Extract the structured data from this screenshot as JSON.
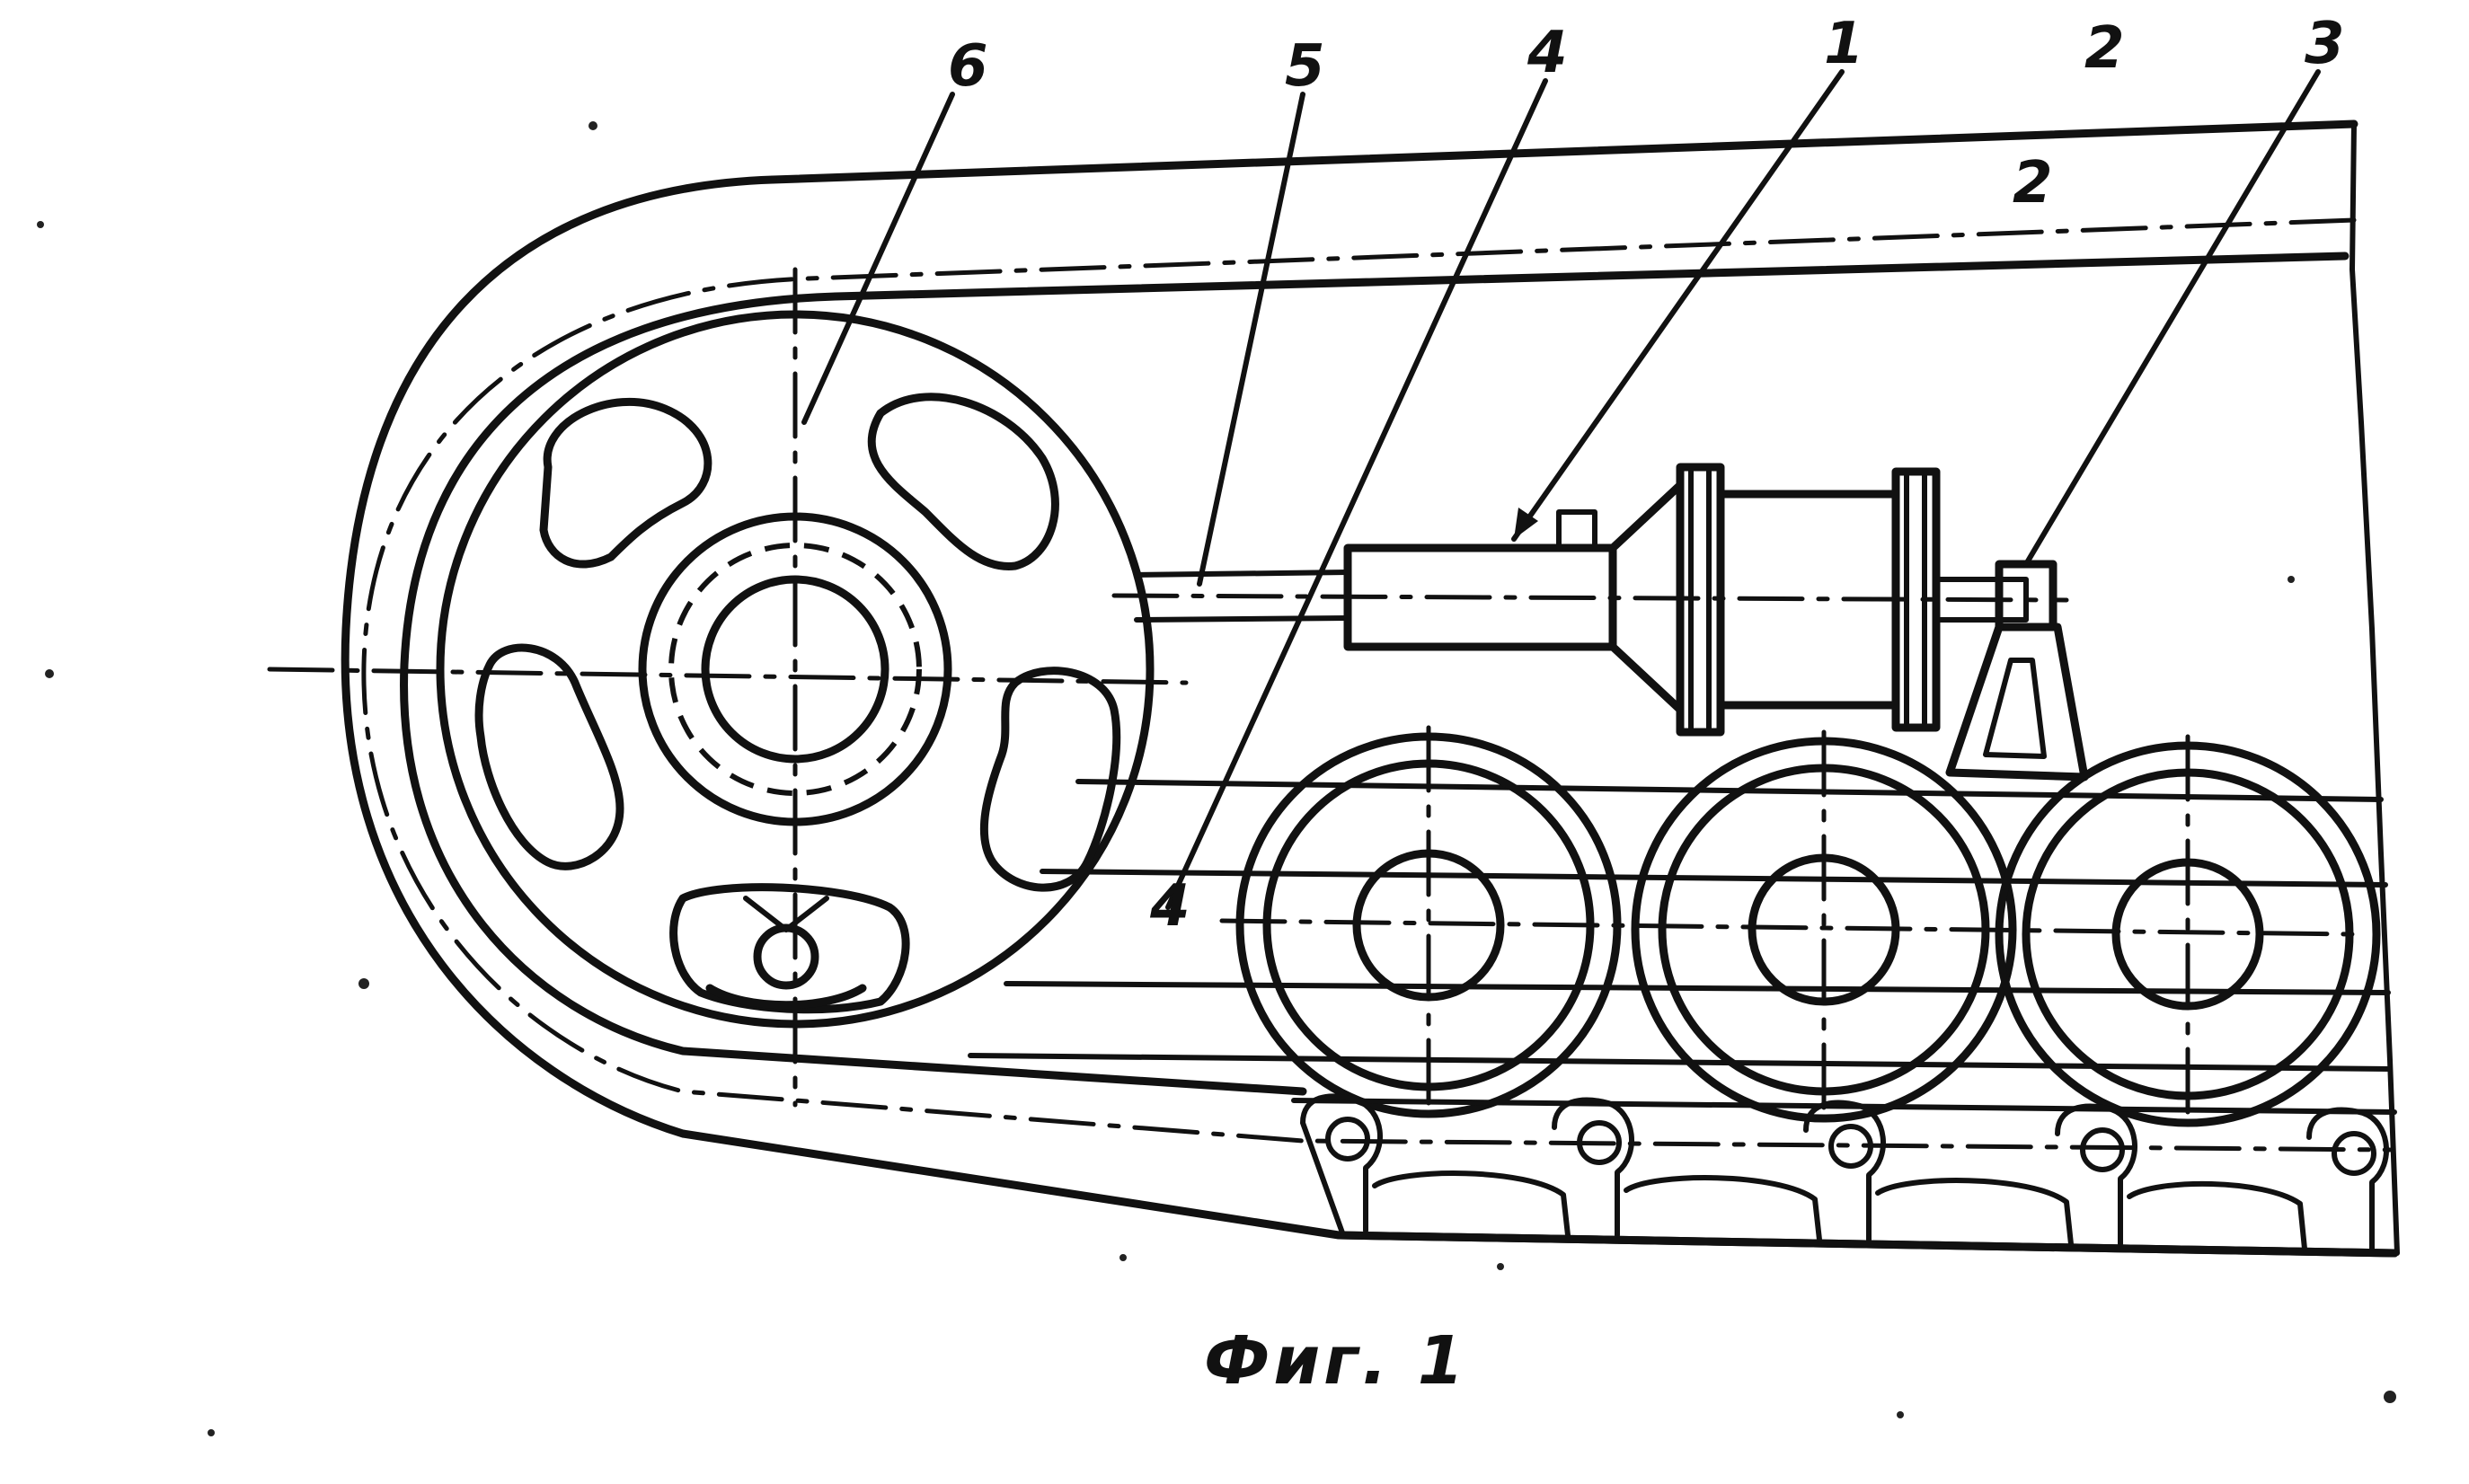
{
  "callouts": [
    "6",
    "5",
    "4",
    "1",
    "2",
    "3"
  ],
  "caption": "Фиг. 1",
  "colors": {
    "ink": "#111111",
    "paper": "#ffffff"
  }
}
